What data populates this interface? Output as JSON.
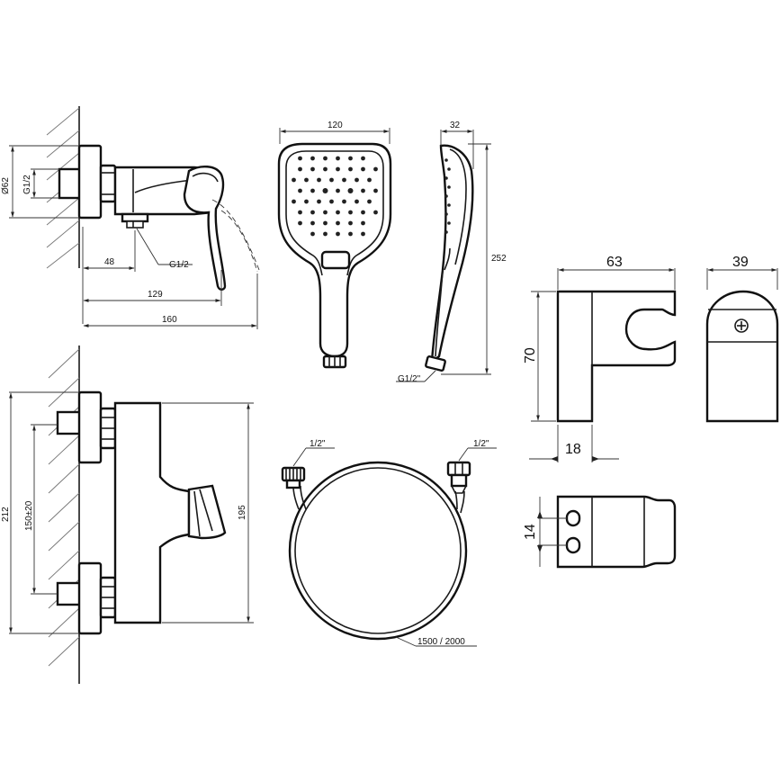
{
  "labels": {
    "mixer_top_diameter": "Ø62",
    "mixer_top_thread": "G1/2",
    "mixer_top_outlet_thread": "G1/2",
    "mixer_top_48": "48",
    "mixer_top_129": "129",
    "mixer_top_160": "160",
    "handshower_width": "120",
    "handshower_depth": "32",
    "handshower_length": "252",
    "handshower_thread": "G1/2\"",
    "holder_width": "63",
    "holder_side": "39",
    "holder_height": "70",
    "holder_depth": "18",
    "holder_holes": "14",
    "mixer_front_212": "212",
    "mixer_front_150": "150±20",
    "mixer_front_195": "195",
    "hose_left_thread": "1/2\"",
    "hose_right_thread": "1/2\"",
    "hose_length": "1500 / 2000"
  },
  "colors": {
    "line": "#1a1a1a",
    "hatch": "#777777",
    "background": "#ffffff"
  }
}
